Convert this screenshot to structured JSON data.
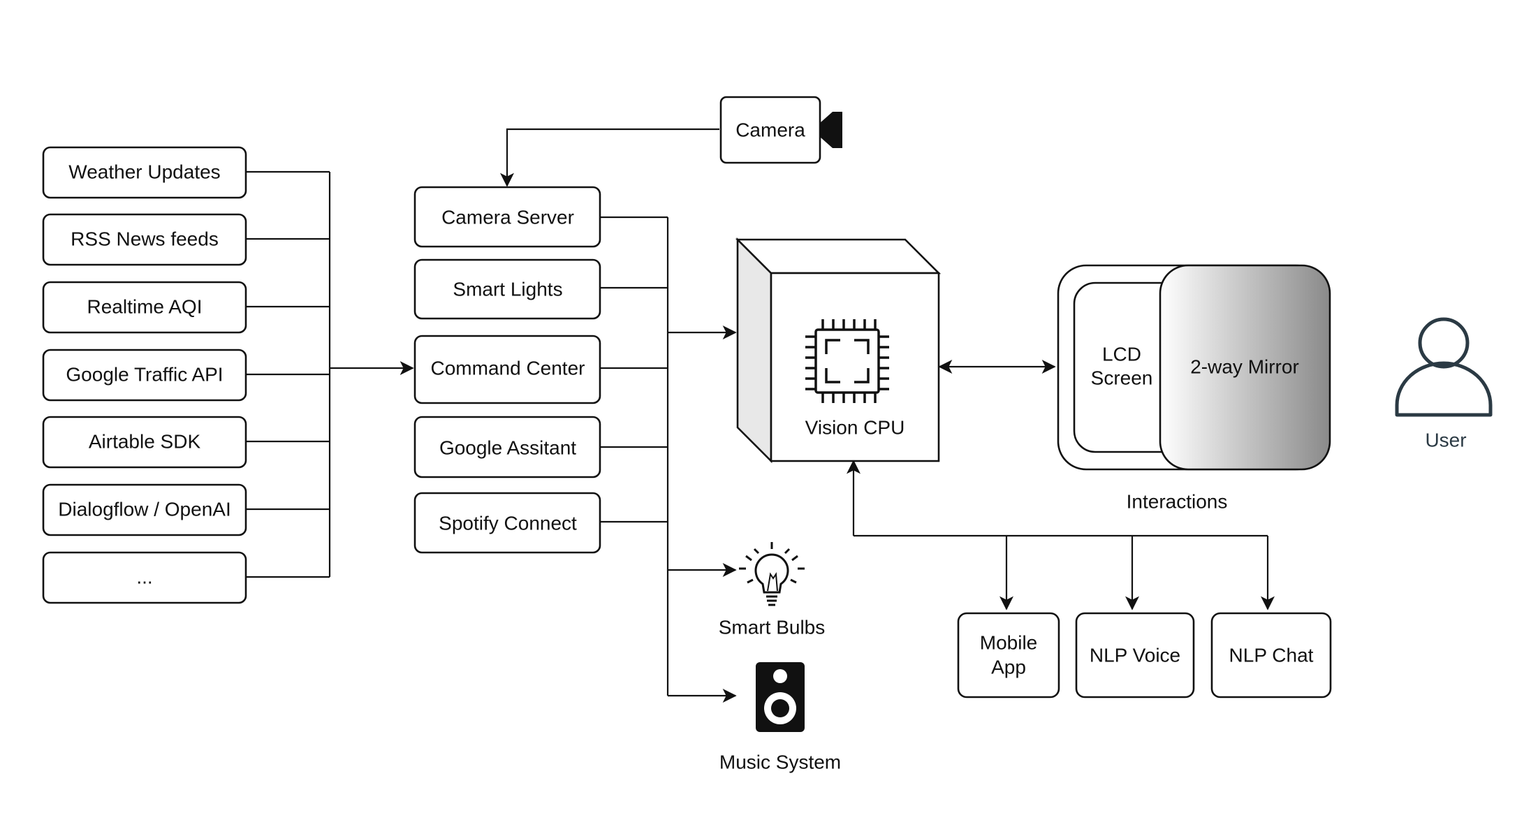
{
  "sources": [
    "Weather Updates",
    "RSS News feeds",
    "Realtime AQI",
    "Google Traffic API",
    "Airtable SDK",
    "Dialogflow / OpenAI",
    "..."
  ],
  "services": [
    "Camera Server",
    "Smart Lights",
    "Command Center",
    "Google Assitant",
    "Spotify Connect"
  ],
  "camera": {
    "label": "Camera",
    "icon": "camera-icon"
  },
  "cpu": {
    "label": "Vision CPU",
    "icon": "chip-icon"
  },
  "display": {
    "lcd_line1": "LCD",
    "lcd_line2": "Screen",
    "mirror": "2-way Mirror",
    "caption": "Interactions"
  },
  "user": {
    "label": "User",
    "icon": "user-icon"
  },
  "outputs": {
    "bulbs": {
      "label": "Smart Bulbs",
      "icon": "lightbulb-icon"
    },
    "music": {
      "label": "Music System",
      "icon": "speaker-icon"
    }
  },
  "interfaces": {
    "mobile_line1": "Mobile",
    "mobile_line2": "App",
    "voice": "NLP Voice",
    "chat": "NLP Chat"
  },
  "colors": {
    "stroke": "#111111",
    "cpu_side": "#e8e8e8",
    "mirror_light": "#ffffff",
    "mirror_dark": "#8a8a8a",
    "user_icon": "#2b3a44"
  }
}
